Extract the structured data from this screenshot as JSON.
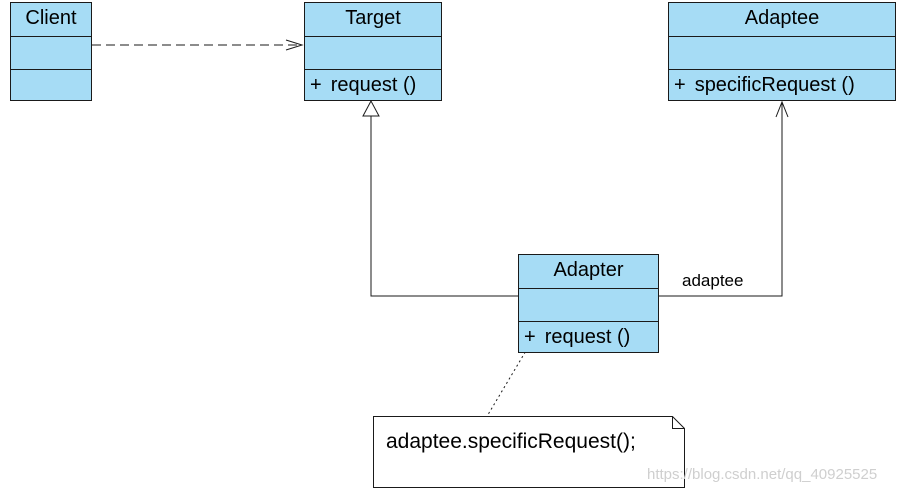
{
  "classes": {
    "client": {
      "name": "Client"
    },
    "target": {
      "name": "Target",
      "operation": {
        "visibility": "+",
        "signature": "request ()"
      }
    },
    "adaptee": {
      "name": "Adaptee",
      "operation": {
        "visibility": "+",
        "signature": "specificRequest ()"
      }
    },
    "adapter": {
      "name": "Adapter",
      "operation": {
        "visibility": "+",
        "signature": "request ()"
      }
    }
  },
  "association": {
    "role": "adaptee"
  },
  "note": {
    "text": "adaptee.specificRequest();"
  },
  "watermark": "https://blog.csdn.net/qq_40925525",
  "colors": {
    "class_fill": "#a6dcf5",
    "line": "#1a1a1a",
    "watermark": "#cfcfcf"
  }
}
